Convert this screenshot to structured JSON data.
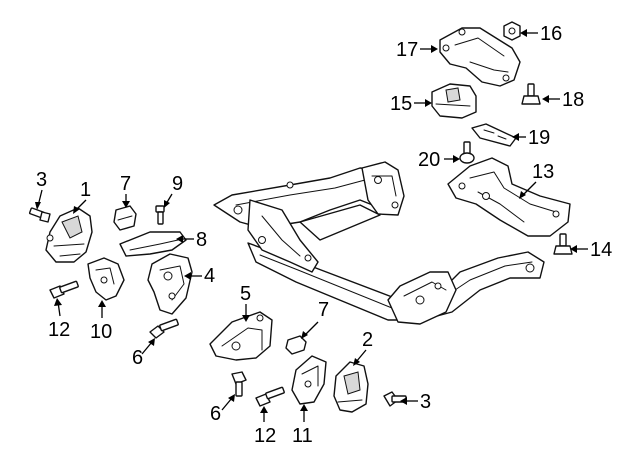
{
  "diagram": {
    "callouts": [
      {
        "id": "c1",
        "text": "1"
      },
      {
        "id": "c2",
        "text": "2"
      },
      {
        "id": "c3a",
        "text": "3"
      },
      {
        "id": "c3b",
        "text": "3"
      },
      {
        "id": "c4",
        "text": "4"
      },
      {
        "id": "c5",
        "text": "5"
      },
      {
        "id": "c6a",
        "text": "6"
      },
      {
        "id": "c6b",
        "text": "6"
      },
      {
        "id": "c7a",
        "text": "7"
      },
      {
        "id": "c7b",
        "text": "7"
      },
      {
        "id": "c8",
        "text": "8"
      },
      {
        "id": "c9",
        "text": "9"
      },
      {
        "id": "c10",
        "text": "10"
      },
      {
        "id": "c11",
        "text": "11"
      },
      {
        "id": "c12a",
        "text": "12"
      },
      {
        "id": "c12b",
        "text": "12"
      },
      {
        "id": "c13",
        "text": "13"
      },
      {
        "id": "c14",
        "text": "14"
      },
      {
        "id": "c15",
        "text": "15"
      },
      {
        "id": "c16",
        "text": "16"
      },
      {
        "id": "c17",
        "text": "17"
      },
      {
        "id": "c18",
        "text": "18"
      },
      {
        "id": "c19",
        "text": "19"
      },
      {
        "id": "c20",
        "text": "20"
      }
    ]
  }
}
